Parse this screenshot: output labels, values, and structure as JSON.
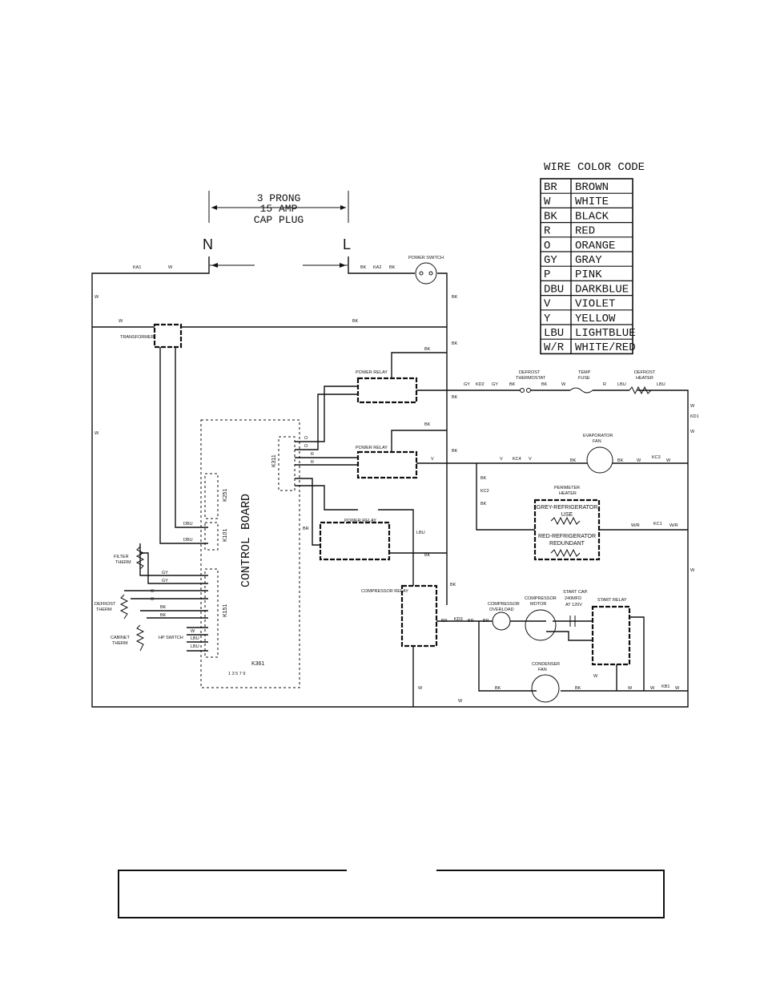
{
  "plug": {
    "line1": "3 PRONG",
    "line2": "15 AMP",
    "line3": "CAP PLUG",
    "neutral": "N",
    "line": "L"
  },
  "color_code": {
    "title": "WIRE COLOR CODE",
    "rows": [
      {
        "code": "BR",
        "name": "BROWN"
      },
      {
        "code": "W",
        "name": "WHITE"
      },
      {
        "code": "BK",
        "name": "BLACK"
      },
      {
        "code": "R",
        "name": "RED"
      },
      {
        "code": "O",
        "name": "ORANGE"
      },
      {
        "code": "GY",
        "name": "GRAY"
      },
      {
        "code": "P",
        "name": "PINK"
      },
      {
        "code": "DBU",
        "name": "DARKBLUE"
      },
      {
        "code": "V",
        "name": "VIOLET"
      },
      {
        "code": "Y",
        "name": "YELLOW"
      },
      {
        "code": "LBU",
        "name": "LIGHTBLUE"
      },
      {
        "code": "W/R",
        "name": "WHITE/RED"
      }
    ]
  },
  "components": {
    "power_switch": "POWER SWITCH",
    "transformer": "TRANSFORMER",
    "power_relay": "POWER RELAY",
    "compressor_relay": "COMPRESSOR RELAY",
    "defrost_thermostat_1": "DEFROST",
    "defrost_thermostat_2": "THERMOSTAT",
    "temp_fuse_1": "TEMP",
    "temp_fuse_2": "FUSE",
    "defrost_heater_1": "DEFROST",
    "defrost_heater_2": "HEATER",
    "evaporator_fan_1": "EVAPORATOR",
    "evaporator_fan_2": "FAN",
    "perimeter_heater_1": "PERIMETER",
    "perimeter_heater_2": "HEATER",
    "heater_use_1": "GREY-REFRIGERATOR",
    "heater_use_2": "USE",
    "heater_red_1": "RED-REFRIGERATOR",
    "heater_red_2": "REDUNDANT",
    "compressor_overload_1": "COMPRESSOR",
    "compressor_overload_2": "OVERLOAD",
    "compressor_motor_1": "COMPRESSOR",
    "compressor_motor_2": "MOTOR",
    "start_cap_1": "START CAP.",
    "start_cap_2": "240MFD",
    "start_cap_3": "AT 120V",
    "start_relay": "START RELAY",
    "condenser_fan_1": "CONDENSER",
    "condenser_fan_2": "FAN",
    "filter_therm_1": "FILTER",
    "filter_therm_2": "THERM",
    "defrost_therm_1": "DEFROST",
    "defrost_therm_2": "THERM",
    "cabinet_therm_1": "CABINET",
    "cabinet_therm_2": "THERM",
    "hp_switch": "HP SWITCH",
    "control_board": "CONTROL BOARD",
    "k251": "K251",
    "k101": "K101",
    "k151": "K151",
    "k311": "K311",
    "k361": "K361",
    "k361_pins": "1  3  5  7  9"
  },
  "wires": {
    "ka1": "KA1",
    "ka2": "KA2",
    "kc1": "KC1",
    "kc2": "KC2",
    "kc3": "KC3",
    "kc4": "KC4",
    "kd1": "KD1",
    "kd2": "KD2",
    "kd3": "KD3",
    "kb1": "KB1",
    "w": "W",
    "bk": "BK",
    "gy": "GY",
    "r": "R",
    "lbu": "LBU",
    "v": "V",
    "br": "BR",
    "o": "O",
    "dbu": "DBU",
    "wr": "W/R"
  }
}
